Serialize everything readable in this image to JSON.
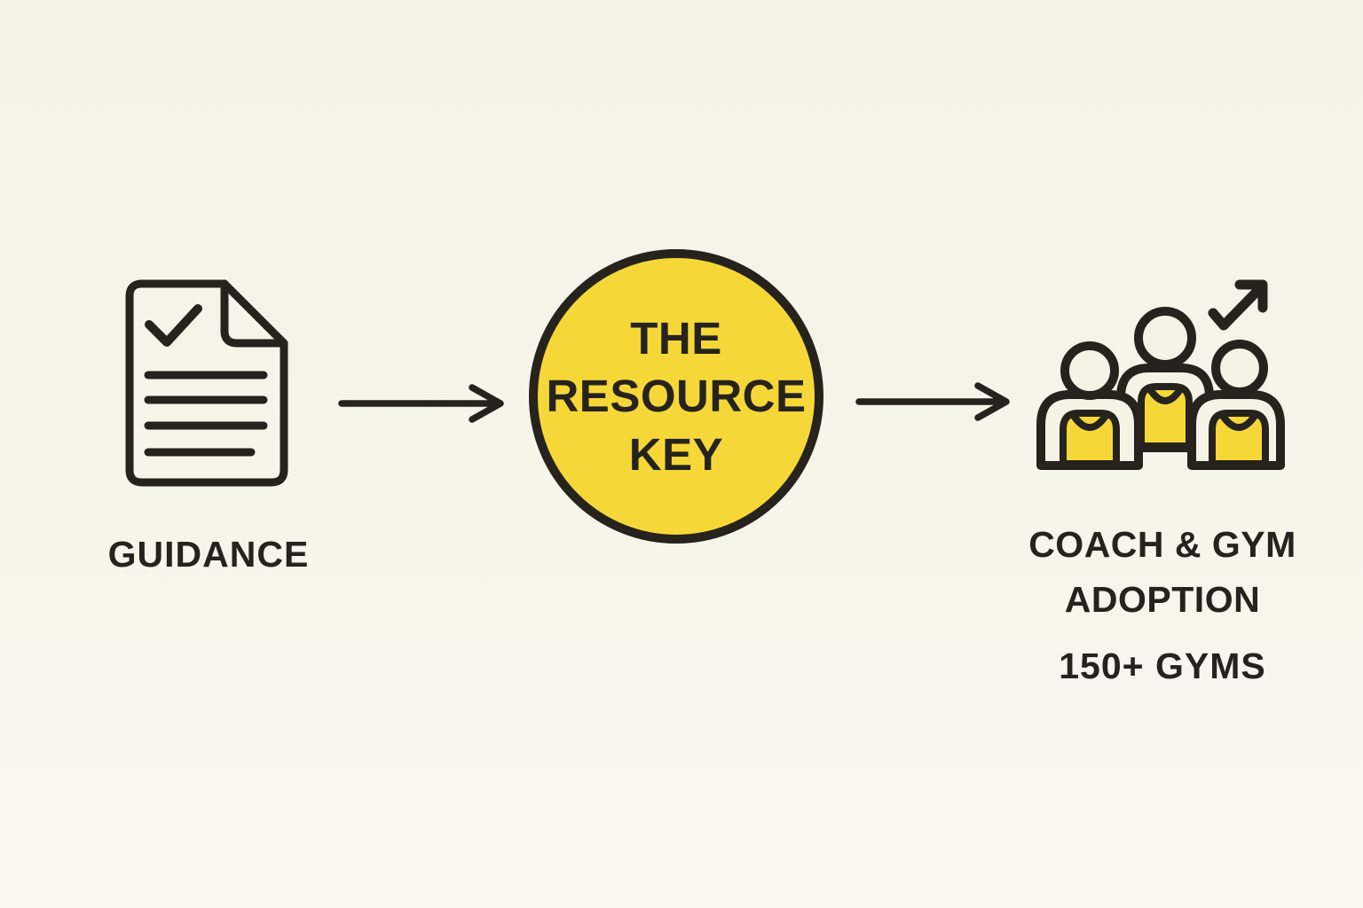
{
  "colors": {
    "background": "#f5f3e6",
    "accent": "#f5d738",
    "ink": "#26231d"
  },
  "diagram": {
    "type": "flow",
    "source": {
      "icon": "checklist-document-icon",
      "label": "GUIDANCE"
    },
    "hub": {
      "shape": "circle",
      "lines": [
        "THE",
        "RESOURCE",
        "KEY"
      ]
    },
    "outcome": {
      "icon": "team-growth-icon",
      "title_line1": "COACH & GYM",
      "title_line2": "ADOPTION",
      "stat": "150+ GYMS"
    },
    "connectors": [
      {
        "from": "guidance",
        "to": "resource-key",
        "style": "straight-arrow"
      },
      {
        "from": "resource-key",
        "to": "adoption",
        "style": "straight-arrow"
      }
    ]
  }
}
